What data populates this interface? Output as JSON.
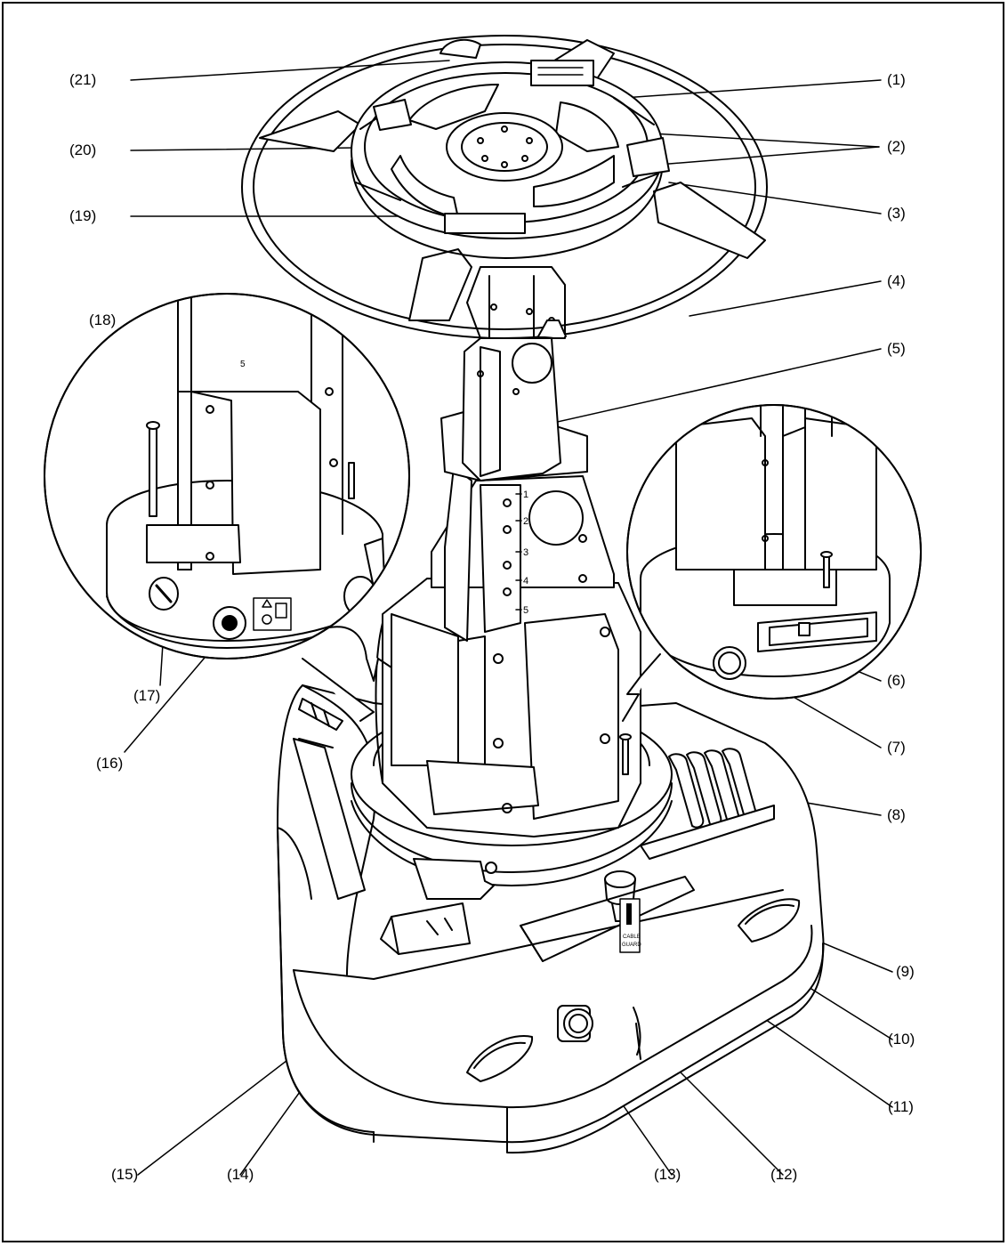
{
  "callouts": {
    "c1": "(1)",
    "c2": "(2)",
    "c3": "(3)",
    "c4": "(4)",
    "c5": "(5)",
    "c6": "(6)",
    "c7": "(7)",
    "c8": "(8)",
    "c9": "(9)",
    "c10": "(10)",
    "c11": "(11)",
    "c12": "(12)",
    "c13": "(13)",
    "c14": "(14)",
    "c15": "(15)",
    "c16": "(16)",
    "c17": "(17)",
    "c18": "(18)",
    "c19": "(19)",
    "c20": "(20)",
    "c21": "(21)"
  },
  "labels": {
    "scale_ticks": [
      "1",
      "2",
      "3",
      "4",
      "5"
    ],
    "top_scale": "5",
    "decal_line1": "CABLE",
    "decal_line2": "GUARD"
  }
}
